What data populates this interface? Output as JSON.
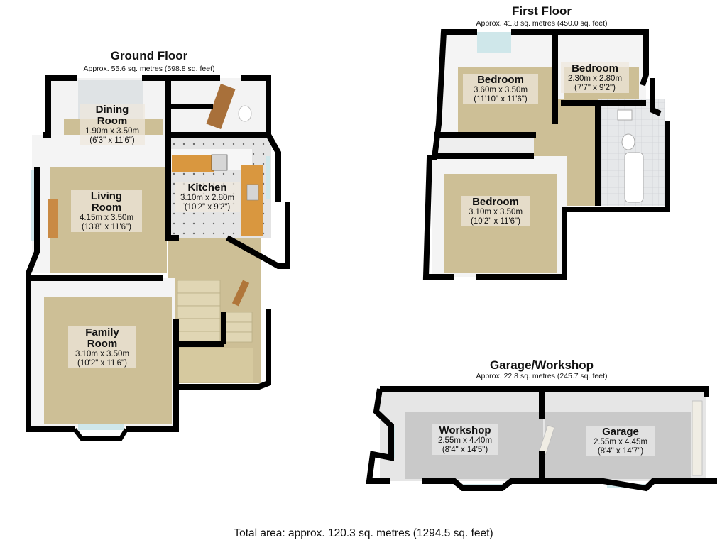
{
  "floors": {
    "ground": {
      "title": "Ground Floor",
      "area": "Approx. 55.6 sq. metres (598.8 sq. feet)",
      "rooms": [
        {
          "name_line1": "Dining",
          "name_line2": "Room",
          "metric": "1.90m x 3.50m",
          "imperial": "(6'3\" x 11'6\")"
        },
        {
          "name_line1": "Living",
          "name_line2": "Room",
          "metric": "4.15m x 3.50m",
          "imperial": "(13'8\" x 11'6\")"
        },
        {
          "name_line1": "Kitchen",
          "name_line2": "",
          "metric": "3.10m x 2.80m",
          "imperial": "(10'2\" x 9'2\")"
        },
        {
          "name_line1": "Family",
          "name_line2": "Room",
          "metric": "3.10m x 3.50m",
          "imperial": "(10'2\" x 11'6\")"
        }
      ]
    },
    "first": {
      "title": "First Floor",
      "area": "Approx. 41.8 sq. metres (450.0 sq. feet)",
      "rooms": [
        {
          "name": "Bedroom",
          "metric": "3.60m x 3.50m",
          "imperial": "(11'10\" x 11'6\")"
        },
        {
          "name": "Bedroom",
          "metric": "2.30m x 2.80m",
          "imperial": "(7'7\" x 9'2\")"
        },
        {
          "name": "Bedroom",
          "metric": "3.10m x 3.50m",
          "imperial": "(10'2\" x 11'6\")"
        }
      ]
    },
    "garage": {
      "title": "Garage/Workshop",
      "area": "Approx. 22.8 sq. metres (245.7 sq. feet)",
      "rooms": [
        {
          "name": "Workshop",
          "metric": "2.55m x 4.40m",
          "imperial": "(8'4\" x 14'5\")"
        },
        {
          "name": "Garage",
          "metric": "2.55m x 4.45m",
          "imperial": "(8'4\" x 14'7\")"
        }
      ]
    }
  },
  "total_area": "Total area: approx. 120.3 sq. metres (1294.5 sq. feet)",
  "colors": {
    "wall": "#000000",
    "carpet": "#cdbf96",
    "wall_face": "#f4f4f4",
    "garage_floor": "#c9c9c9",
    "worktop": "#d9973f",
    "door": "#b0763a",
    "window": "#cfe7ea"
  }
}
